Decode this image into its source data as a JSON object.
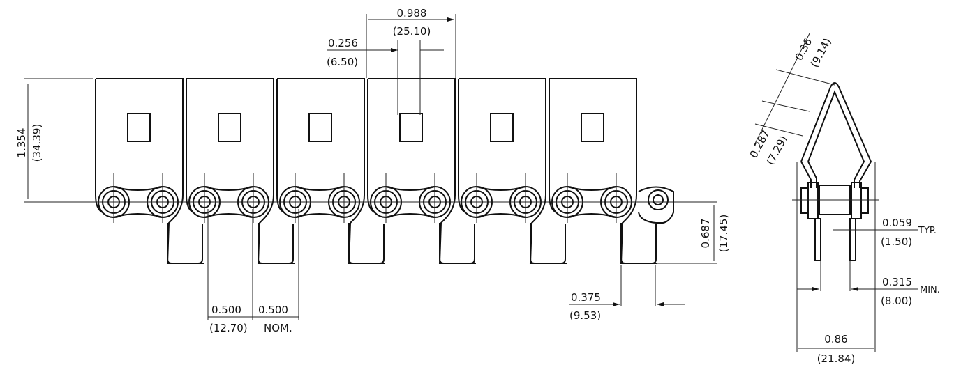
{
  "front_view": {
    "pitch_total": {
      "inch": "0.988",
      "mm": "(25.10)"
    },
    "hole_width": {
      "inch": "0.256",
      "mm": "(6.50)"
    },
    "plate_height": {
      "inch": "1.354",
      "mm": "(34.39)"
    },
    "tab_depth": {
      "inch": "0.687",
      "mm": "(17.45)"
    },
    "tab_width": {
      "inch": "0.375",
      "mm": "(9.53)"
    },
    "pitch": {
      "inch": "0.500",
      "mm": "(12.70)",
      "inch2": "0.500",
      "note": "NOM."
    },
    "link_count": 6
  },
  "side_view": {
    "top_width": {
      "inch": "0.36",
      "mm": "(9.14)"
    },
    "top_offset": {
      "inch": "0.287",
      "mm": "(7.29)"
    },
    "plate_thickness": {
      "inch": "0.059",
      "mm": "(1.50)",
      "note": "TYP."
    },
    "inner_width": {
      "inch": "0.315",
      "mm": "(8.00)",
      "note": "MIN."
    },
    "overall_width": {
      "inch": "0.86",
      "mm": "(21.84)"
    }
  }
}
